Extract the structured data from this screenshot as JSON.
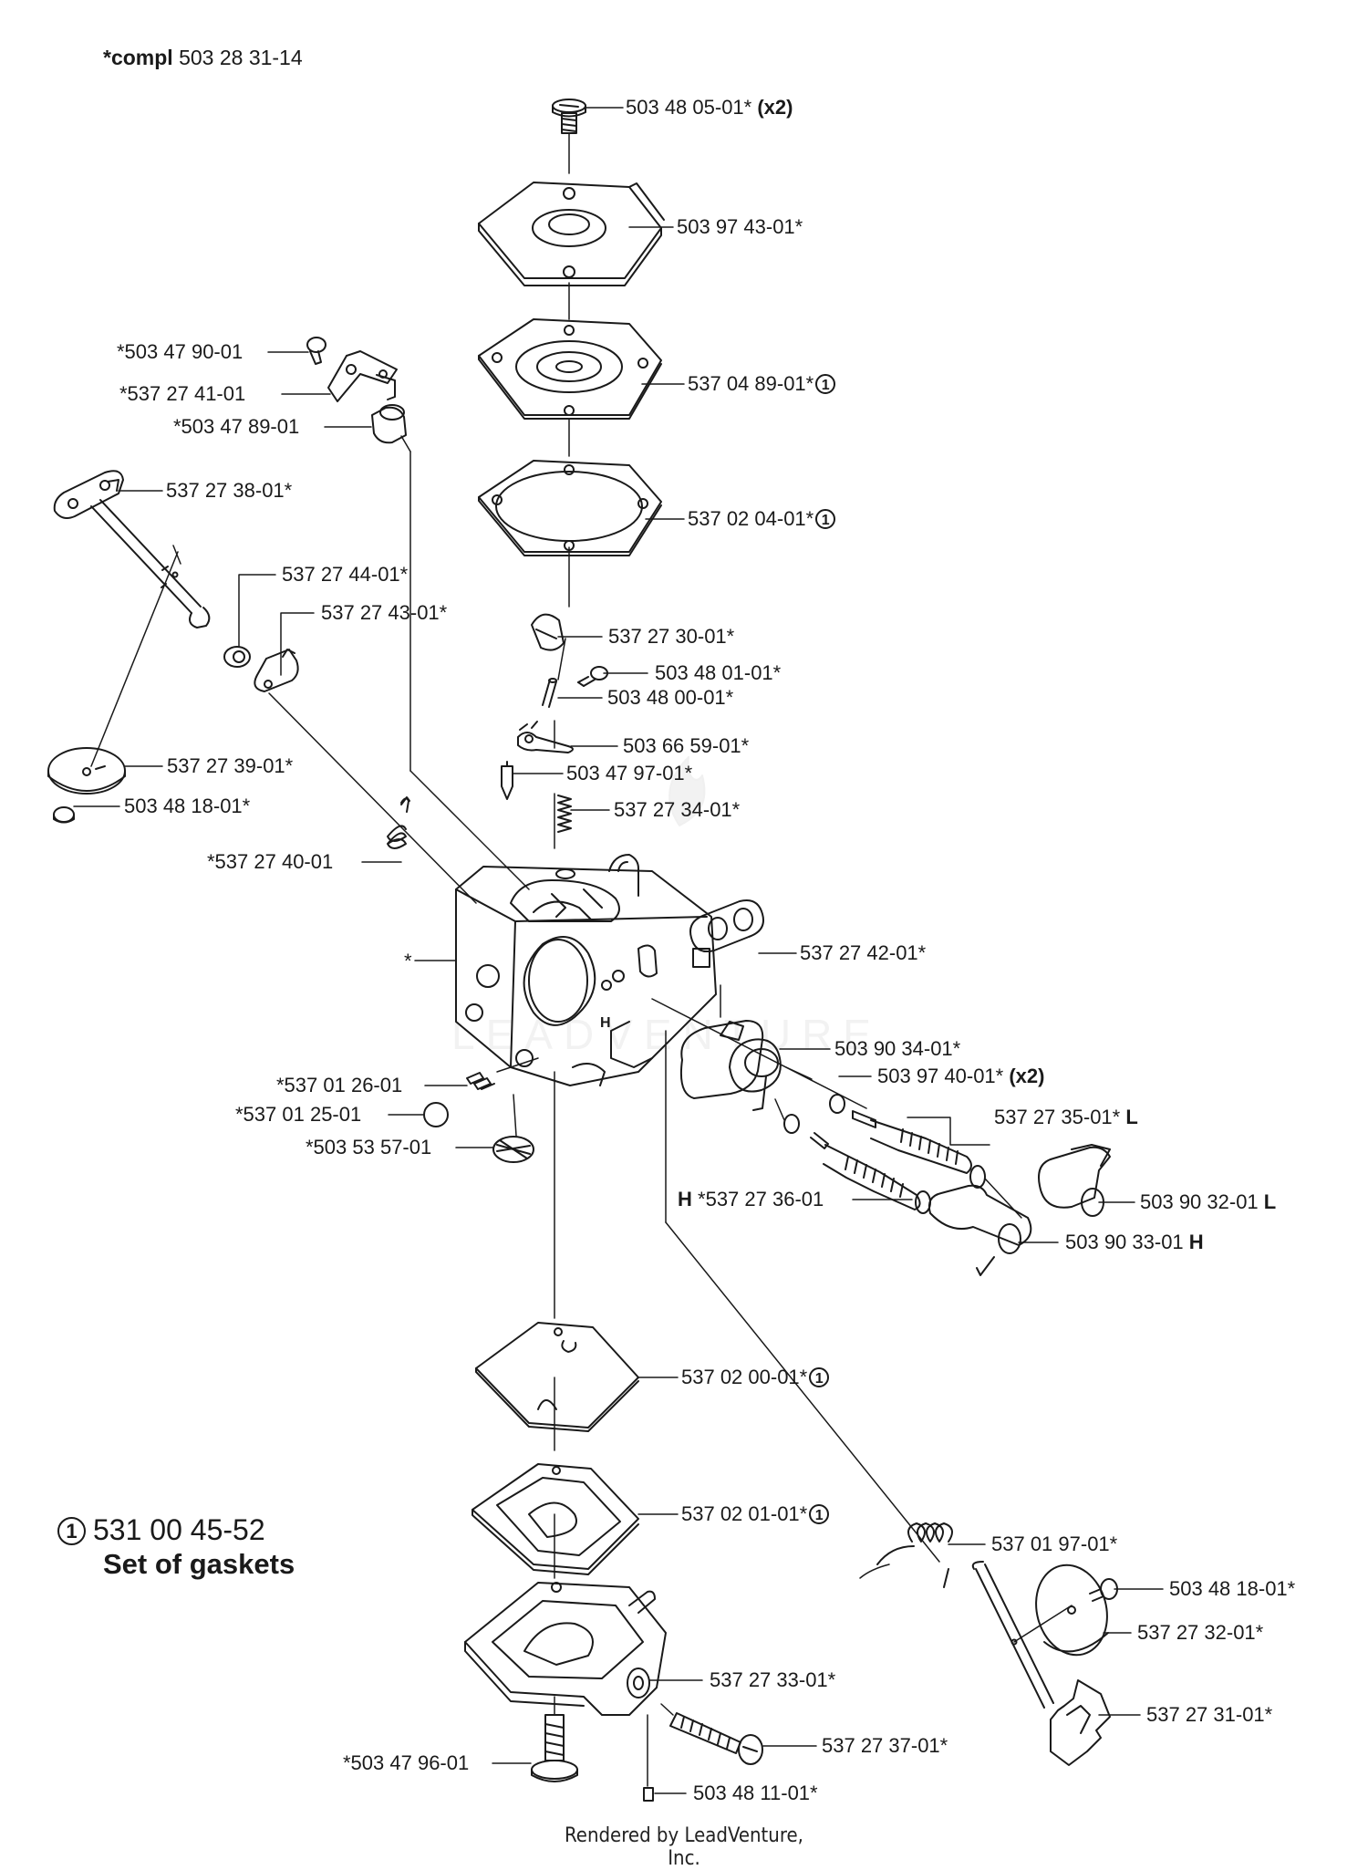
{
  "header": {
    "compl_prefix": "*compl",
    "compl_number": "503 28 31-14"
  },
  "legend": {
    "marker": "1",
    "number": "531 00 45-52",
    "title": "Set of gaskets"
  },
  "footer": "Rendered by LeadVenture, Inc.",
  "watermark": "LEADVENTURE",
  "callouts": [
    {
      "id": "c01",
      "text": "503 48 05-01*",
      "suffix": "(x2)"
    },
    {
      "id": "c02",
      "text": "503 97 43-01*"
    },
    {
      "id": "c03",
      "text": "*503 47 90-01"
    },
    {
      "id": "c04",
      "text": "*537 27 41-01"
    },
    {
      "id": "c05",
      "text": "537 04 89-01*",
      "marker": "1"
    },
    {
      "id": "c06",
      "text": "*503 47 89-01"
    },
    {
      "id": "c07",
      "text": "537 27 38-01*"
    },
    {
      "id": "c08",
      "text": "537 02 04-01*",
      "marker": "1"
    },
    {
      "id": "c09",
      "text": "537 27 44-01*"
    },
    {
      "id": "c10",
      "text": "537 27 43-01*"
    },
    {
      "id": "c11",
      "text": "537 27 30-01*"
    },
    {
      "id": "c12",
      "text": "503 48 01-01*"
    },
    {
      "id": "c13",
      "text": "503 48 00-01*"
    },
    {
      "id": "c14",
      "text": "537 27 39-01*"
    },
    {
      "id": "c15",
      "text": "503 66 59-01*"
    },
    {
      "id": "c16",
      "text": "503 47 97-01*"
    },
    {
      "id": "c17",
      "text": "503 48 18-01*"
    },
    {
      "id": "c18",
      "text": "537 27 34-01*"
    },
    {
      "id": "c19",
      "text": "*537 27 40-01"
    },
    {
      "id": "c20",
      "text": "537 27 42-01*"
    },
    {
      "id": "c21",
      "text": "*"
    },
    {
      "id": "c22",
      "text": "503 90 34-01*"
    },
    {
      "id": "c23",
      "text": "*537 01 26-01"
    },
    {
      "id": "c24",
      "text": "503 97 40-01*",
      "suffix": "(x2)"
    },
    {
      "id": "c25",
      "text": "*537 01 25-01"
    },
    {
      "id": "c26",
      "text": "537 27 35-01*",
      "suffix": "L"
    },
    {
      "id": "c27",
      "text": "*503 53 57-01"
    },
    {
      "id": "c28",
      "text": "*537 27 36-01",
      "prefix": "H"
    },
    {
      "id": "c29",
      "text": "503 90 32-01",
      "suffix": "L"
    },
    {
      "id": "c30",
      "text": "503 90 33-01",
      "suffix": "H"
    },
    {
      "id": "c31",
      "text": "537 02 00-01*",
      "marker": "1"
    },
    {
      "id": "c32",
      "text": "537 02 01-01*",
      "marker": "1"
    },
    {
      "id": "c33",
      "text": "537 01 97-01*"
    },
    {
      "id": "c34",
      "text": "503 48 18-01*"
    },
    {
      "id": "c35",
      "text": "537 27 32-01*"
    },
    {
      "id": "c36",
      "text": "537 27 33-01*"
    },
    {
      "id": "c37",
      "text": "537 27 31-01*"
    },
    {
      "id": "c38",
      "text": "537 27 37-01*"
    },
    {
      "id": "c39",
      "text": "*503 47 96-01"
    },
    {
      "id": "c40",
      "text": "503 48 11-01*"
    }
  ]
}
